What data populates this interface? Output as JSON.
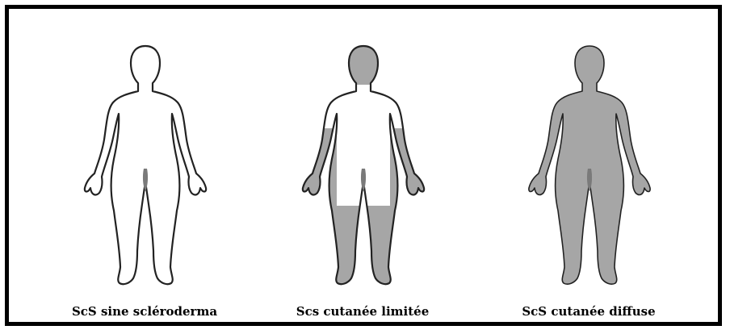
{
  "colors": {
    "frame": "#000000",
    "outline": "#222222",
    "affected_skin": "#a6a6a6",
    "genital": "#7a7a7a"
  },
  "panels": [
    {
      "caption": "ScS sine scléroderma",
      "affected_regions": []
    },
    {
      "caption": "Scs cutanée limitée",
      "affected_regions": [
        "head",
        "forearms",
        "hands",
        "lower-legs",
        "feet"
      ]
    },
    {
      "caption": "ScS cutanée diffuse",
      "affected_regions": [
        "head",
        "torso",
        "arms",
        "hands",
        "legs",
        "feet"
      ]
    }
  ]
}
